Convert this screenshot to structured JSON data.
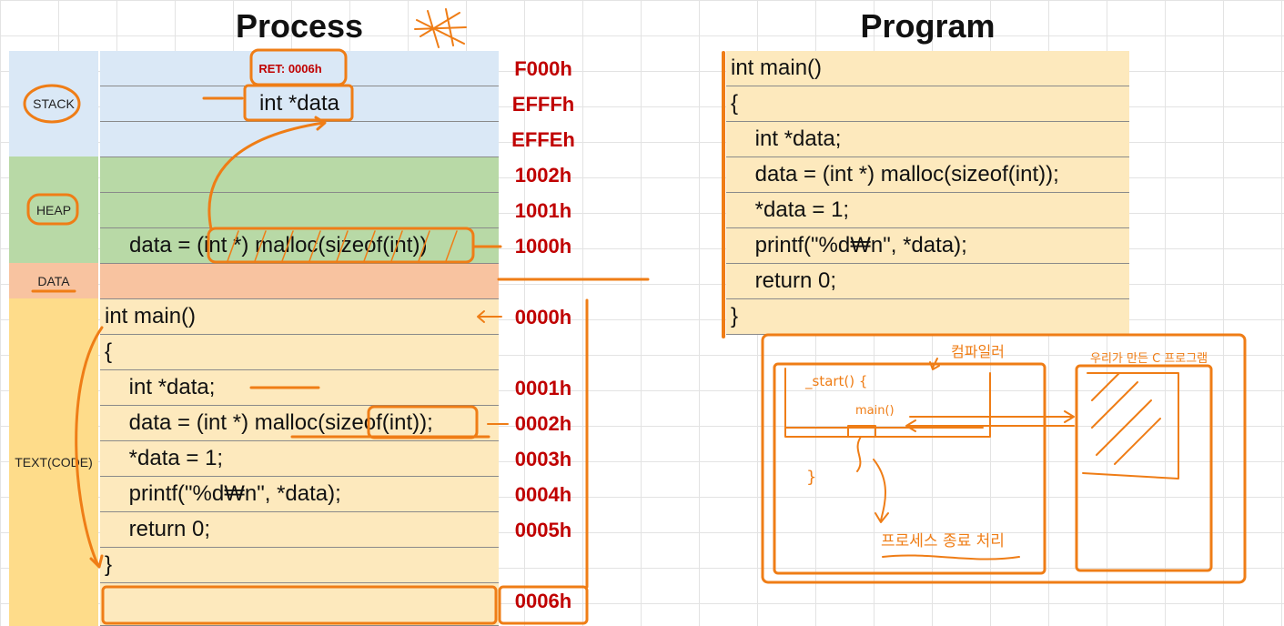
{
  "process": {
    "title": "Process",
    "segments": {
      "stack": "STACK",
      "heap": "HEAP",
      "data": "DATA",
      "text": "TEXT(CODE)"
    },
    "stack_rows": [
      "RET: 0006h",
      "int *data",
      ""
    ],
    "heap_rows": [
      "",
      "",
      "data = (int *) malloc(sizeof(int))"
    ],
    "data_rows": [
      ""
    ],
    "text_rows": [
      "int main()",
      "{",
      "    int *data;",
      "    data = (int *) malloc(sizeof(int));",
      "    *data = 1;",
      "    printf(\"%d₩n\", *data);",
      "    return 0;",
      "}",
      ""
    ],
    "addresses": [
      "F000h",
      "EFFFh",
      "EFFEh",
      "1002h",
      "1001h",
      "1000h",
      "",
      "0000h",
      "",
      "0001h",
      "0002h",
      "0003h",
      "0004h",
      "0005h",
      "",
      "0006h"
    ]
  },
  "program": {
    "title": "Program",
    "rows": [
      "int main()",
      "{",
      "    int *data;",
      "    data = (int *) malloc(sizeof(int));",
      "    *data = 1;",
      "    printf(\"%d₩n\", *data);",
      "    return 0;",
      "}"
    ]
  },
  "sketch": {
    "compiler_label": "컴파일러",
    "our_program_label": "우리가 만든 C 프로그램",
    "start_label": "_start() {",
    "main_label": "main()",
    "close_brace": "}",
    "process_exit_label": "프로세스 종료 처리"
  },
  "colors": {
    "stack": "#dae8f6",
    "heap": "#b8d9a6",
    "data": "#f8c3a0",
    "text": "#fde9bd",
    "text_label_col": "#fedc8a",
    "address": "#c00000",
    "annotation": "#ef7d16"
  }
}
